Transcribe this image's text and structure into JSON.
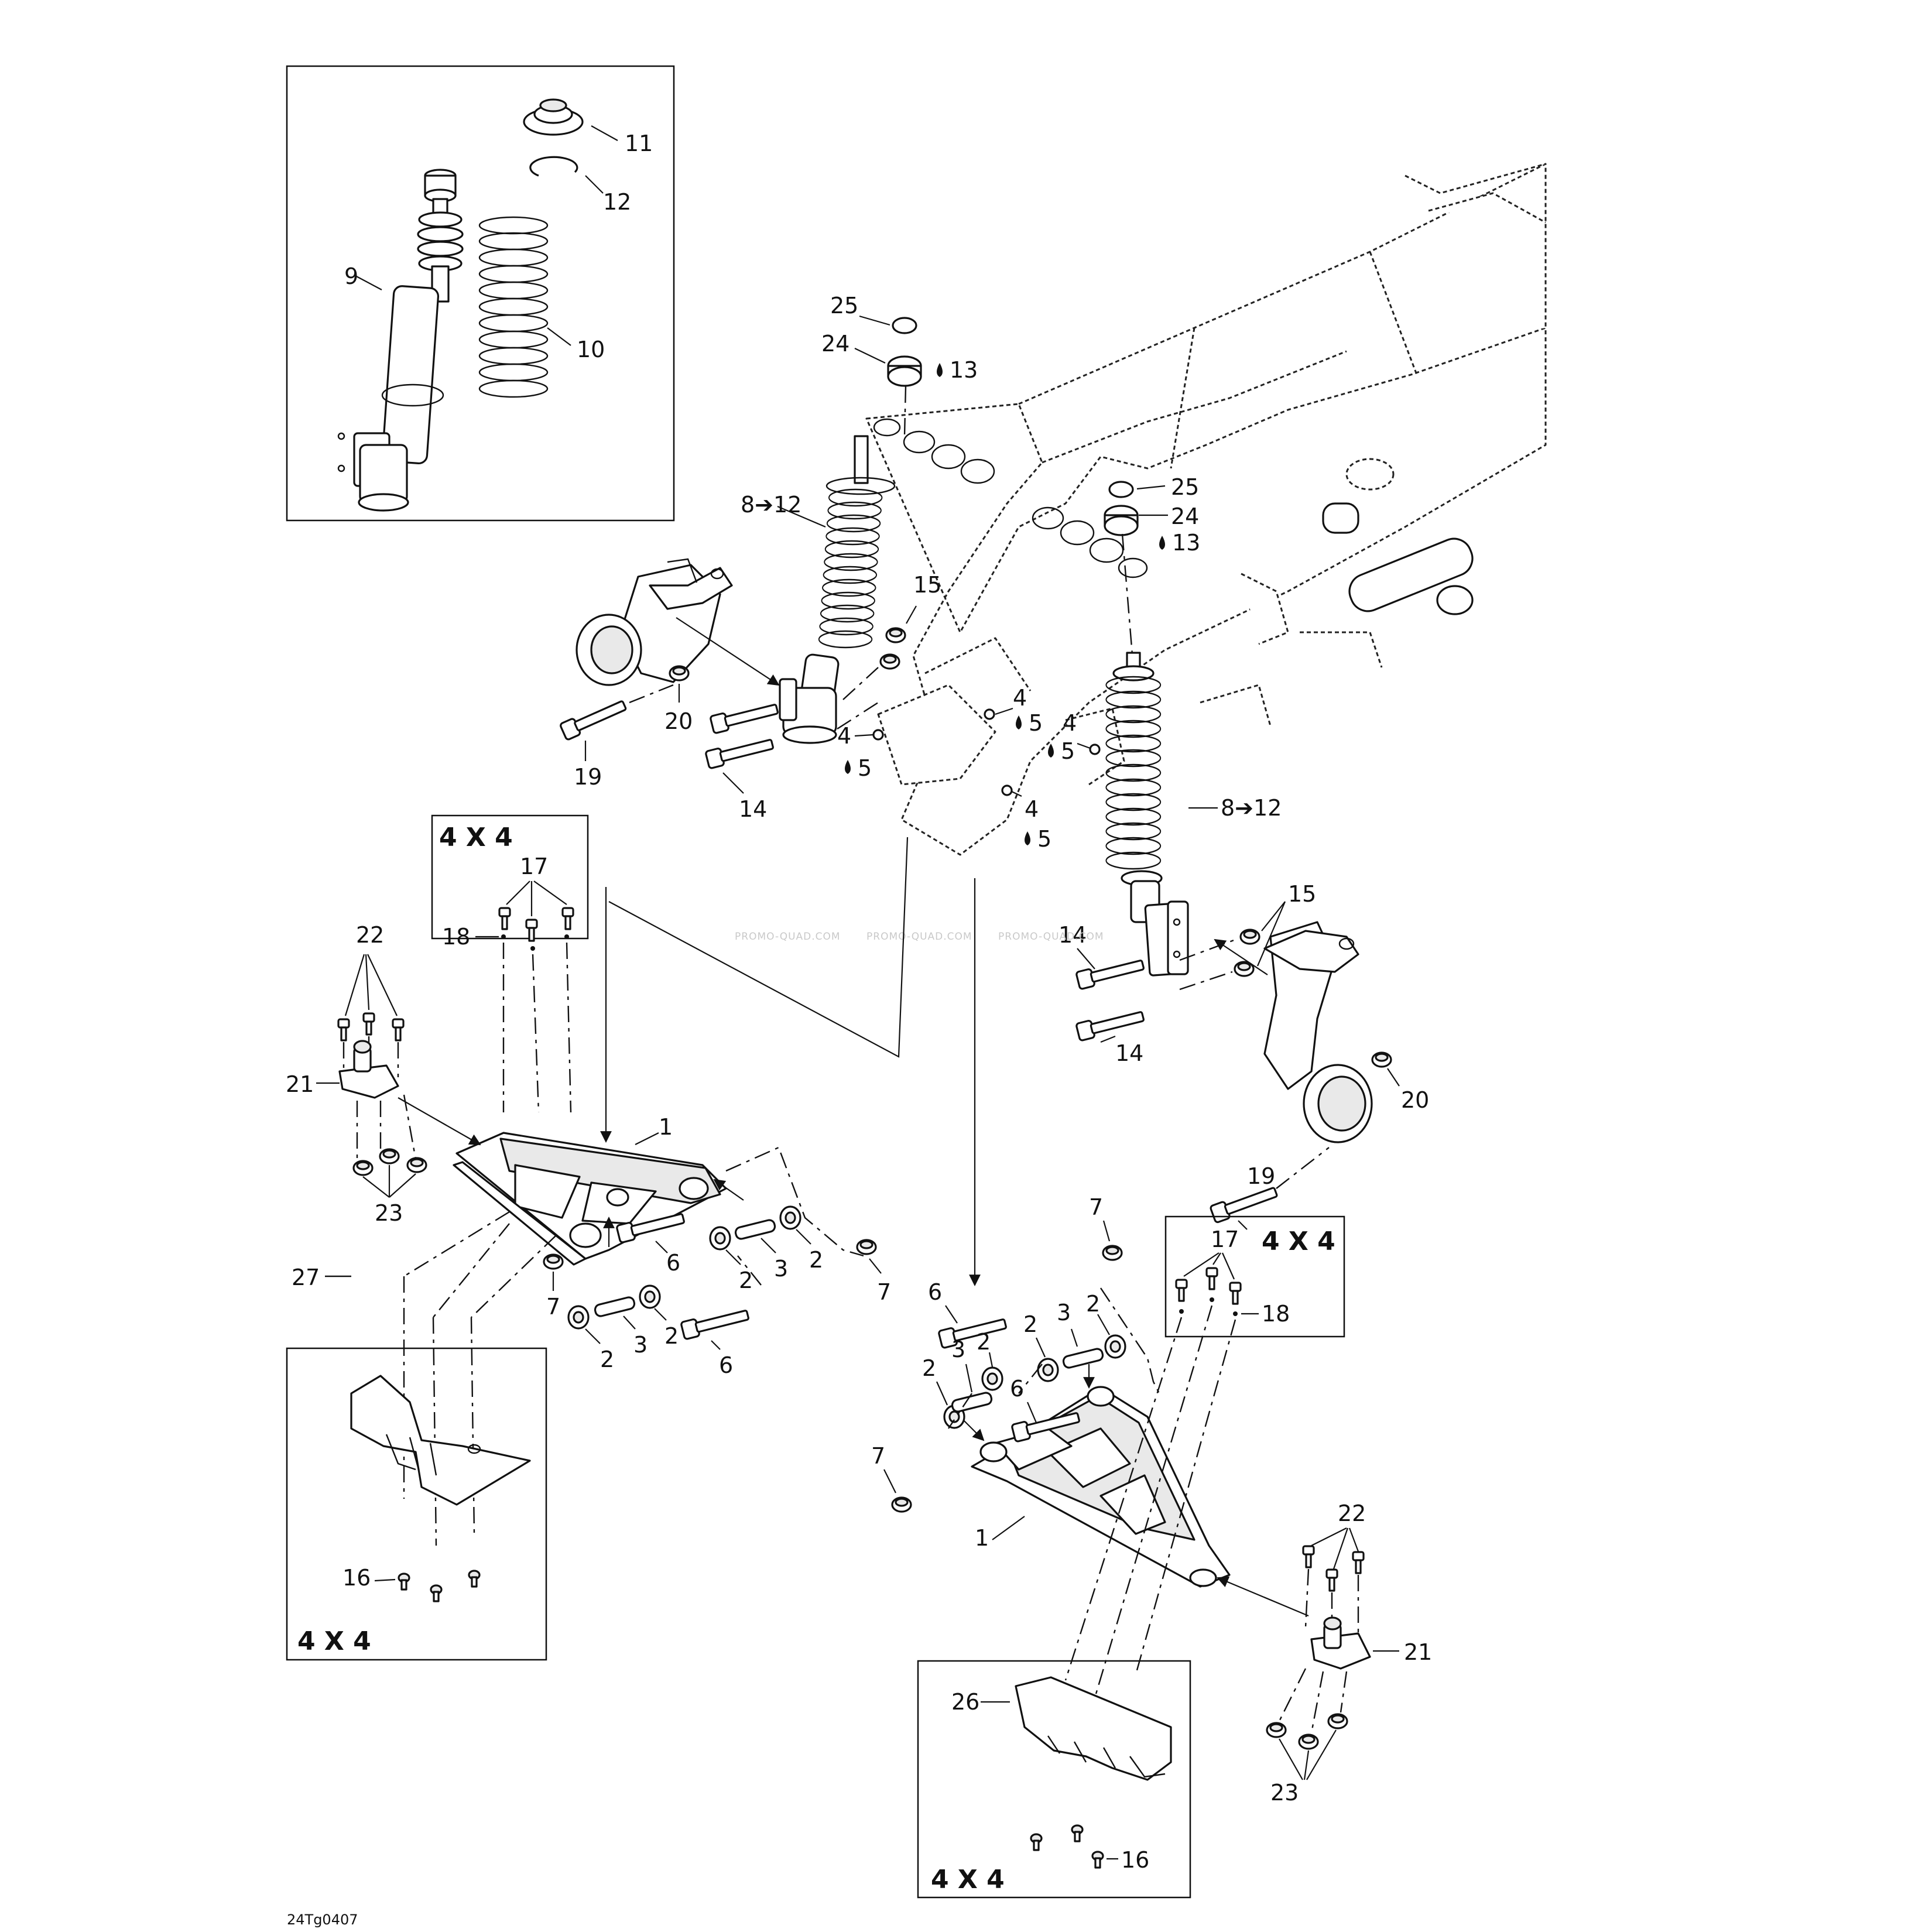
{
  "drawing_code": "24Tg0407",
  "watermark": "PROMO-QUAD.COM",
  "variant_label": "4 X 4",
  "callouts": {
    "c1": "1",
    "c2": "2",
    "c3": "3",
    "c4": "4",
    "c5": "5",
    "c6": "6",
    "c7": "7",
    "c8_12": "8➔12",
    "c9": "9",
    "c10": "10",
    "c11": "11",
    "c12": "12",
    "c13": "13",
    "c14": "14",
    "c15": "15",
    "c16": "16",
    "c17": "17",
    "c18": "18",
    "c19": "19",
    "c20": "20",
    "c21": "21",
    "c22": "22",
    "c23": "23",
    "c24": "24",
    "c25": "25",
    "c26": "26",
    "c27": "27"
  },
  "icons": {
    "grease": "grease-drop-icon",
    "arrow": "assembly-arrow-icon"
  }
}
